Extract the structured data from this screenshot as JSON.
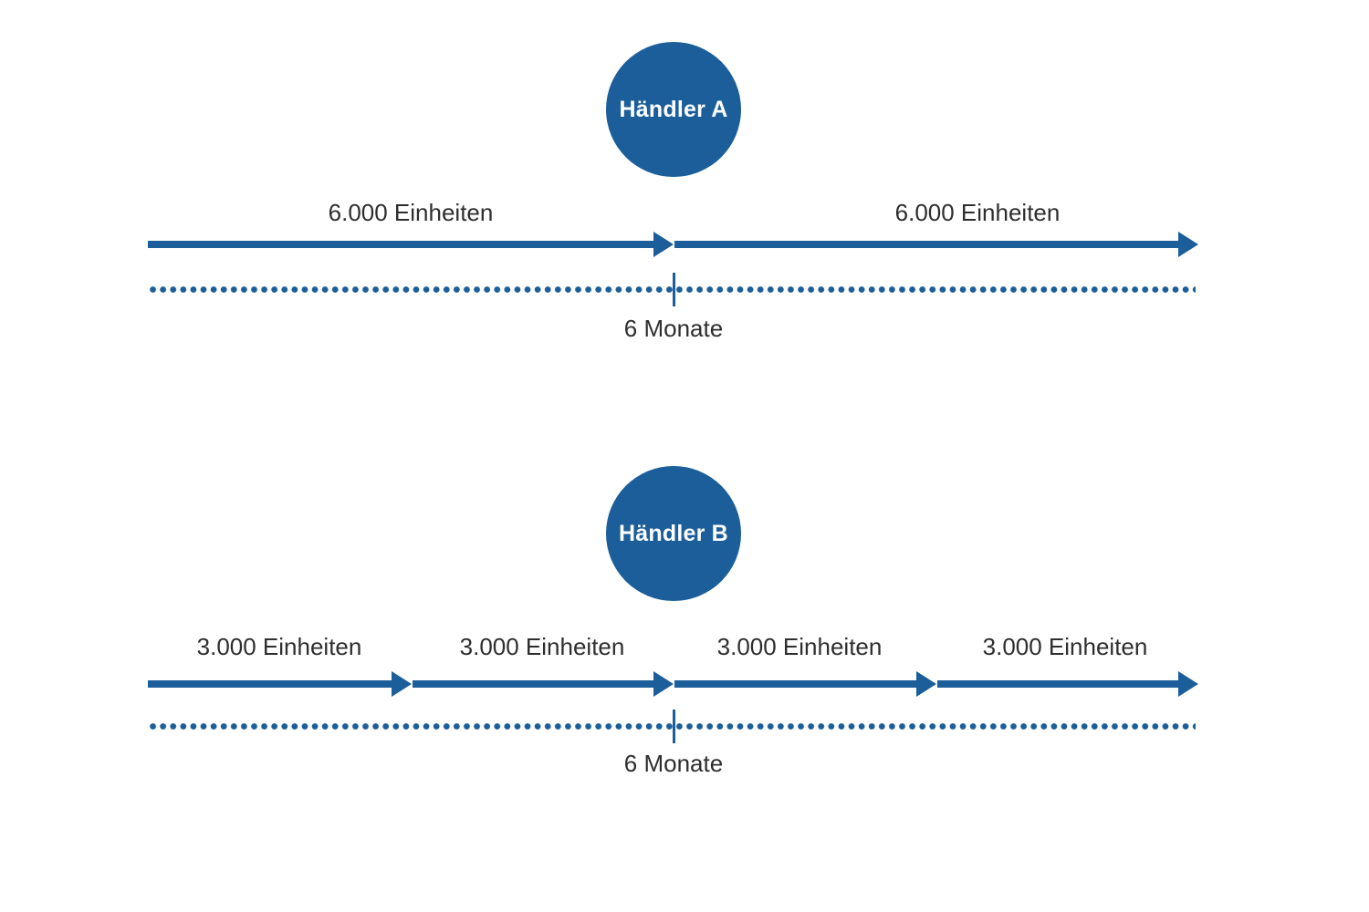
{
  "background_color": "#ffffff",
  "accent_color": "#1b5e99",
  "text_color": "#2e2e2e",
  "diagram": {
    "type": "timeline-comparison",
    "rows": [
      {
        "id": "haendler-a",
        "circle_label": "Händler A",
        "segments": [
          {
            "label": "6.000 Einheiten",
            "value": 6000,
            "unit": "Einheiten"
          },
          {
            "label": "6.000 Einheiten",
            "value": 6000,
            "unit": "Einheiten"
          }
        ],
        "period_label": "6 Monate",
        "period_months": 6,
        "segment_count": 2
      },
      {
        "id": "haendler-b",
        "circle_label": "Händler B",
        "segments": [
          {
            "label": "3.000 Einheiten",
            "value": 3000,
            "unit": "Einheiten"
          },
          {
            "label": "3.000 Einheiten",
            "value": 3000,
            "unit": "Einheiten"
          },
          {
            "label": "3.000 Einheiten",
            "value": 3000,
            "unit": "Einheiten"
          },
          {
            "label": "3.000 Einheiten",
            "value": 3000,
            "unit": "Einheiten"
          }
        ],
        "period_label": "6 Monate",
        "period_months": 6,
        "segment_count": 4
      }
    ]
  }
}
